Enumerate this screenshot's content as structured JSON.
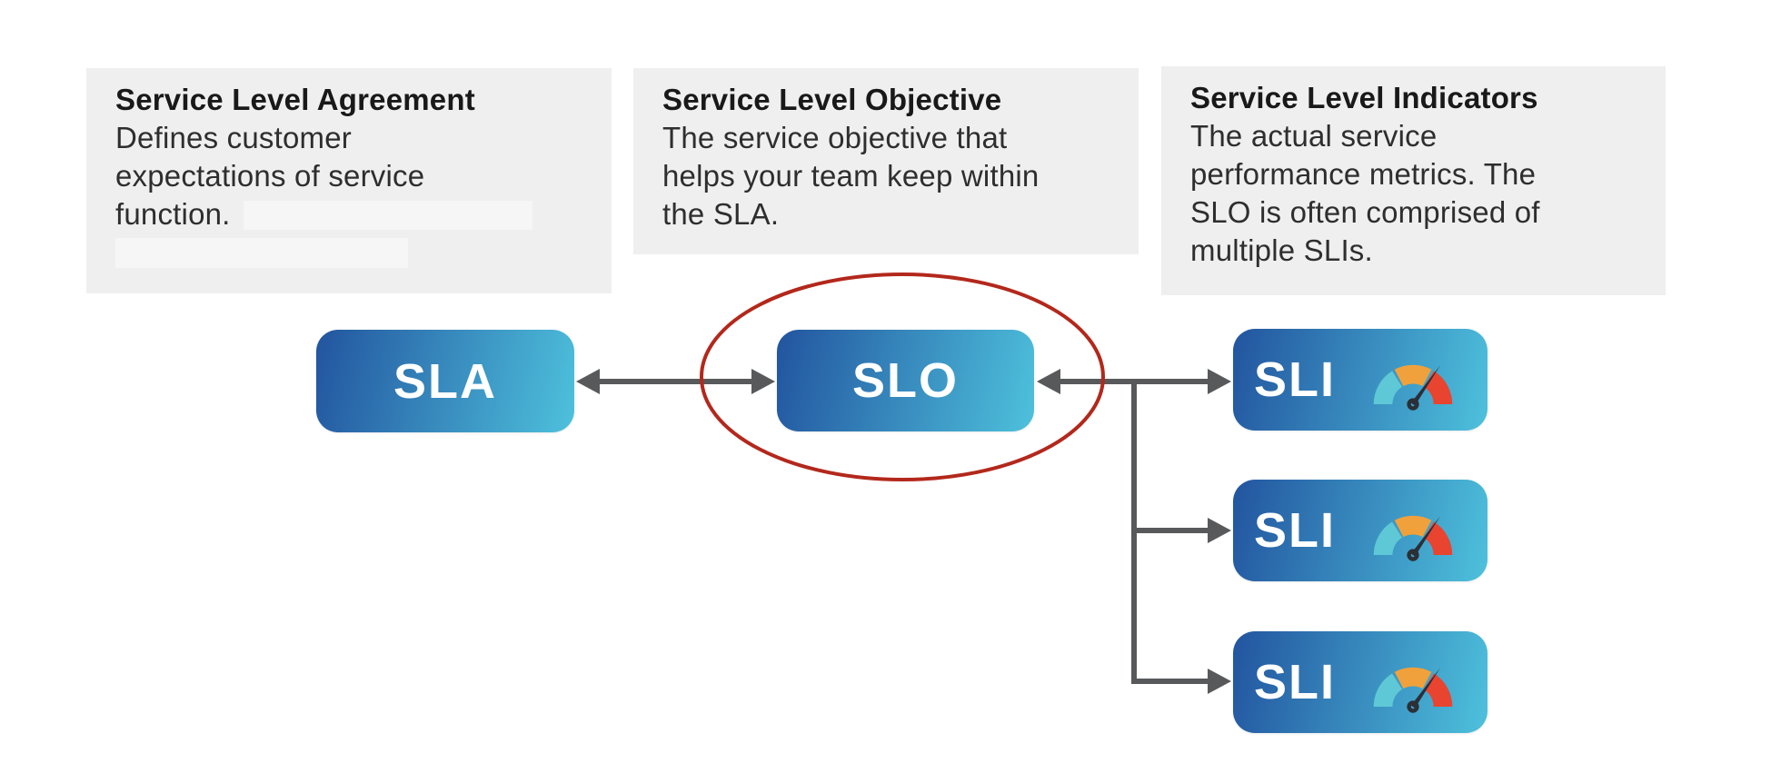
{
  "cards": [
    {
      "title": "Service Level Agreement",
      "lines": [
        "Defines customer",
        "expectations of service",
        "function."
      ],
      "redacted": true
    },
    {
      "title": "Service Level Objective",
      "lines": [
        "The service objective that",
        "helps your team keep within",
        "the SLA."
      ]
    },
    {
      "title": "Service Level Indicators",
      "lines": [
        "The actual service",
        "performance metrics. The",
        "SLO is often comprised of",
        "multiple SLIs."
      ]
    }
  ],
  "nodes": {
    "sla": {
      "label": "SLA"
    },
    "slo": {
      "label": "SLO",
      "highlighted": true
    },
    "sli_list": [
      "SLI",
      "SLI",
      "SLI"
    ]
  },
  "icons": {
    "sli_gauge": "speedometer-gauge-icon"
  },
  "colors": {
    "page_bg": "#ffffff",
    "card_bg": "#f0efef",
    "redacted_bg": "#f7f6f6",
    "title_text": "#191919",
    "body_text": "#2e2e2e",
    "node_gradient_start": "#22549f",
    "node_gradient_end": "#4ec1dc",
    "node_label_color": "#ffffff",
    "arrow": "#58595b",
    "highlight_ellipse": "#b3281c",
    "gauge_cyan": "#5fc8d7",
    "gauge_orange": "#f1a13b",
    "gauge_red": "#e84430",
    "gauge_needle": "#2b2f36"
  }
}
